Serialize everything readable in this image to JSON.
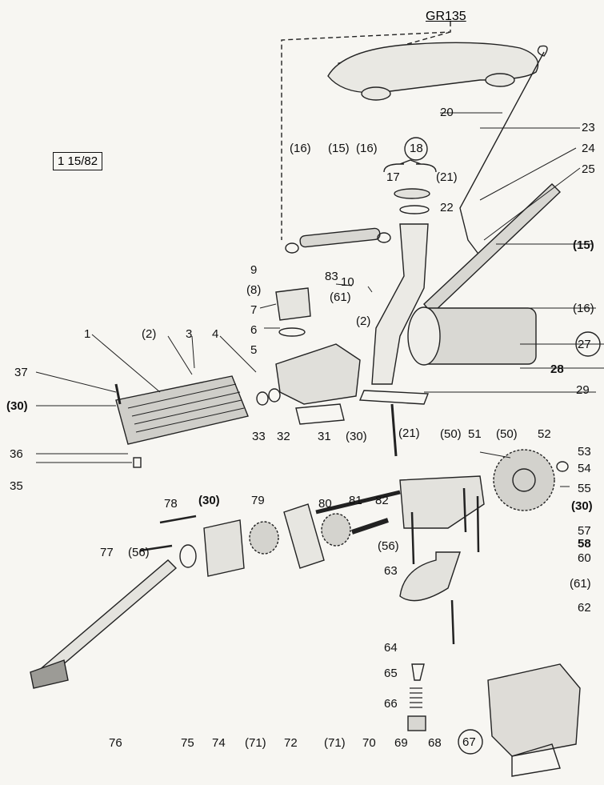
{
  "diagram": {
    "reference_box": "1 15/82",
    "group_code": "GR135",
    "callouts": {
      "c1": "1",
      "c2": "(2)",
      "c2b": "(2)",
      "c3": "3",
      "c4": "4",
      "c5": "5",
      "c6": "6",
      "c7": "7",
      "c8": "(8)",
      "c9": "9",
      "c10": "10",
      "c15": "(15)",
      "c15b": "(15)",
      "c16a": "(16)",
      "c16b": "(16)",
      "c16c": "(16)",
      "c17": "17",
      "c18": "18",
      "c20": "20",
      "c21": "(21)",
      "c21b": "(21)",
      "c22": "22",
      "c23": "23",
      "c24": "24",
      "c25": "25",
      "c27": "27",
      "c28": "28",
      "c29": "29",
      "c30a": "(30)",
      "c30b": "(30)",
      "c30c": "(30)",
      "c30d": "(30)",
      "c31": "31",
      "c32": "32",
      "c33": "33",
      "c35": "35",
      "c36": "36",
      "c37": "37",
      "c50a": "(50)",
      "c50b": "(50)",
      "c51": "51",
      "c52": "52",
      "c53": "53",
      "c54": "54",
      "c55": "55",
      "c56a": "(56)",
      "c56b": "(56)",
      "c57": "57",
      "c58": "58",
      "c60": "60",
      "c61a": "(61)",
      "c61b": "(61)",
      "c62": "62",
      "c63": "63",
      "c64": "64",
      "c65": "65",
      "c66": "66",
      "c67": "67",
      "c68": "68",
      "c69": "69",
      "c70": "70",
      "c71a": "(71)",
      "c71b": "(71)",
      "c72": "72",
      "c74": "74",
      "c75": "75",
      "c76": "76",
      "c77": "77",
      "c78": "78",
      "c79": "79",
      "c80": "80",
      "c81": "81",
      "c82": "82",
      "c83": "83"
    }
  }
}
